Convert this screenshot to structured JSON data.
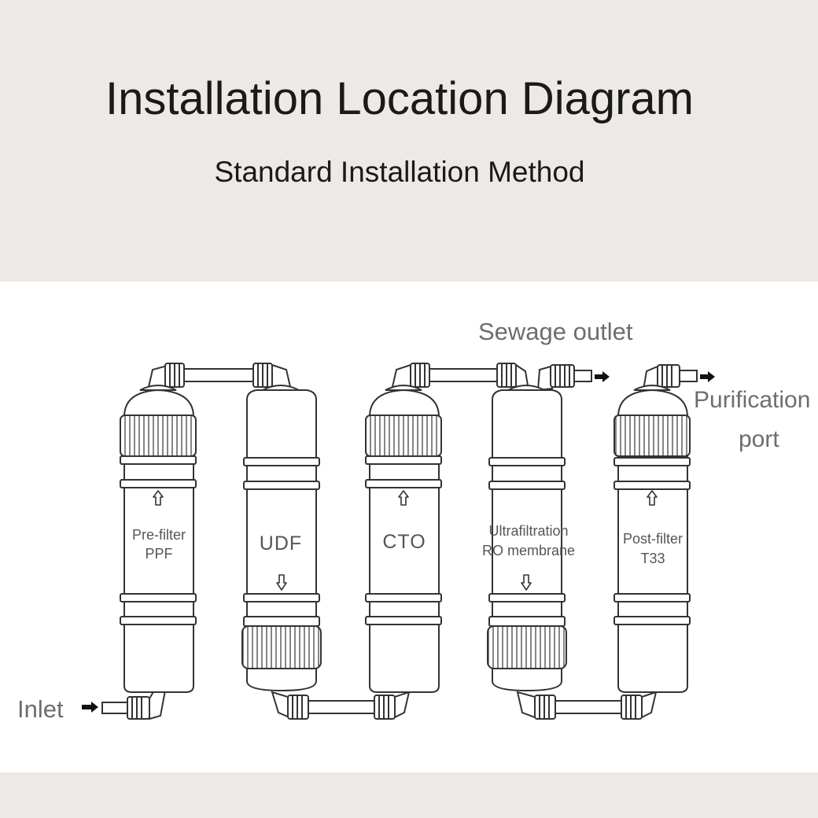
{
  "title": "Installation Location Diagram",
  "subtitle": "Standard Installation Method",
  "labels": {
    "sewage": "Sewage outlet",
    "purification_line1": "Purification",
    "purification_line2": "port",
    "inlet": "Inlet"
  },
  "filters": [
    {
      "id": "pre-filter",
      "line1": "Pre-filter",
      "line2": "PPF"
    },
    {
      "id": "udf",
      "line1": "UDF",
      "line2": ""
    },
    {
      "id": "cto",
      "line1": "CTO",
      "line2": ""
    },
    {
      "id": "ro",
      "line1": "Ultrafiltration",
      "line2": "RO membrane"
    },
    {
      "id": "post-filter",
      "line1": "Post-filter",
      "line2": "T33"
    }
  ],
  "colors": {
    "header_bg": "#ede9e6",
    "line": "#333333",
    "label_gray": "#6d6d6d"
  }
}
